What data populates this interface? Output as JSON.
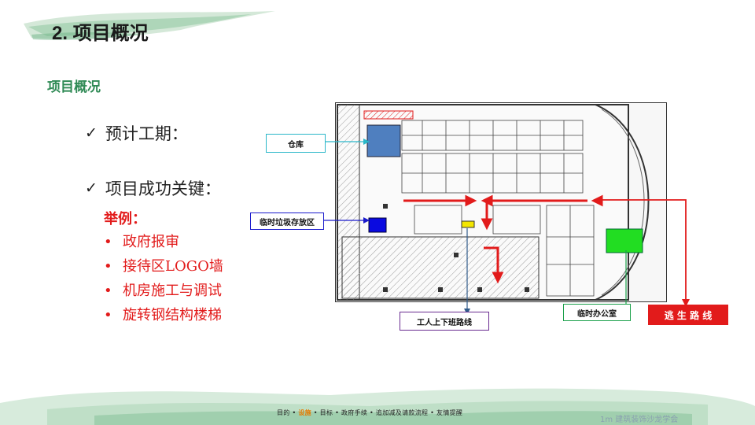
{
  "slide": {
    "title": "2. 项目概况",
    "subtitle": "项目概况",
    "checks": [
      {
        "icon": "check-icon",
        "label": "预计工期："
      },
      {
        "icon": "check-icon",
        "label": "项目成功关键："
      }
    ],
    "example_heading": "举例：",
    "examples": [
      "政府报审",
      "接待区LOGO墙",
      "机房施工与调试",
      "旋转钢结构楼梯"
    ]
  },
  "floor_plan": {
    "callouts": {
      "warehouse": "仓库",
      "trash": "临时垃圾存放区",
      "worker_route": "工人上下班路线",
      "office": "临时办公室",
      "escape": "逃 生 路 线"
    },
    "colors": {
      "warehouse": "#4f7fbf",
      "trash": "#0a0ae0",
      "office": "#22dd22",
      "worker_mark": "#f3e600",
      "escape": "#e21b1b",
      "warehouse_line": "#2ab7c9",
      "trash_line": "#1a1acc",
      "worker_line": "#2f5a8a",
      "office_line": "#1aa04a"
    }
  },
  "footer": {
    "nav": [
      "目的",
      "设施",
      "目标",
      "政府手续",
      "追加减及请款流程",
      "友情提醒"
    ],
    "active_index": 1,
    "brand": "1m 建筑装饰沙龙学会"
  }
}
